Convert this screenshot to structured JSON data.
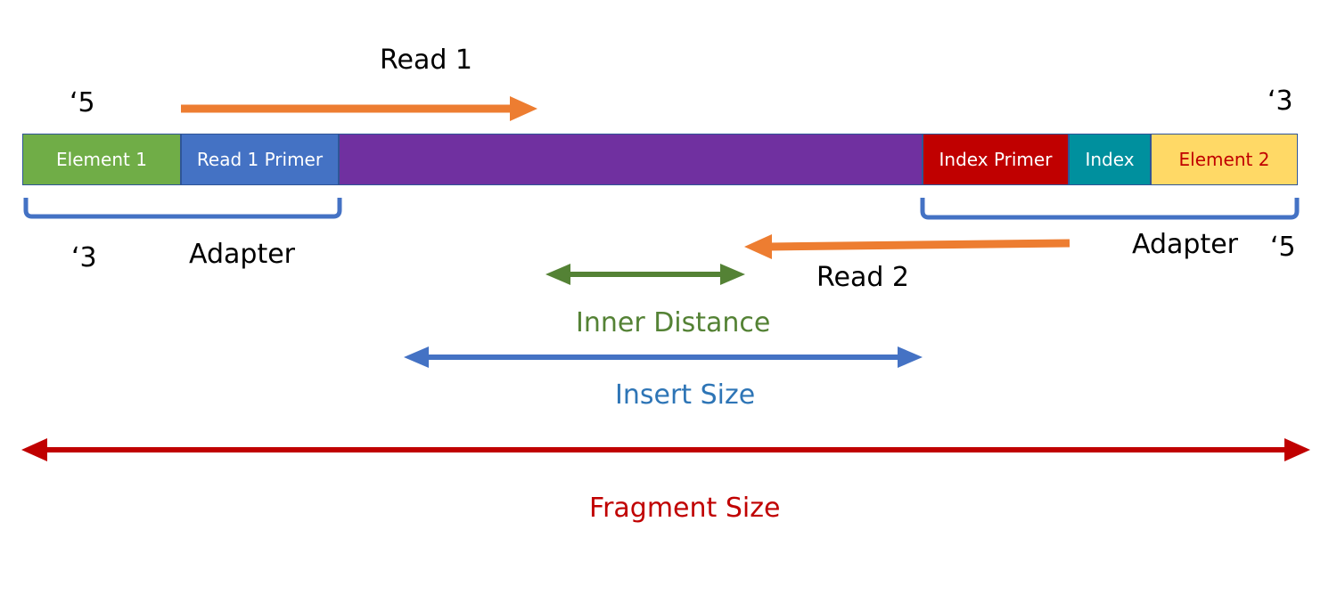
{
  "labels": {
    "read1": "Read 1",
    "read2": "Read 2",
    "left_top_end": "‘5",
    "right_top_end": "‘3",
    "left_bottom_end": "‘3",
    "right_bottom_end": "‘5",
    "adapter_left": "Adapter",
    "adapter_right": "Adapter",
    "inner_distance": "Inner Distance",
    "insert_size": "Insert Size",
    "fragment_size": "Fragment Size"
  },
  "segments": [
    {
      "id": "element1",
      "label": "Element 1",
      "fill": "#70ad47",
      "text_color": "#ffffff"
    },
    {
      "id": "read1-primer",
      "label": "Read 1 Primer",
      "fill": "#4472c4",
      "text_color": "#ffffff"
    },
    {
      "id": "insert",
      "label": "",
      "fill": "#7030a0",
      "text_color": "#ffffff"
    },
    {
      "id": "index-primer",
      "label": "Index Primer",
      "fill": "#c00000",
      "text_color": "#ffffff"
    },
    {
      "id": "index",
      "label": "Index",
      "fill": "#00909e",
      "text_color": "#ffffff"
    },
    {
      "id": "element2",
      "label": "Element 2",
      "fill": "#ffd966",
      "text_color": "#c00000"
    }
  ],
  "colors": {
    "read_arrow": "#ed7d31",
    "inner_distance": "#548235",
    "insert_size": "#4472c4",
    "fragment_size": "#c00000",
    "bracket": "#4472c4",
    "bar_border": "#2f5597"
  }
}
